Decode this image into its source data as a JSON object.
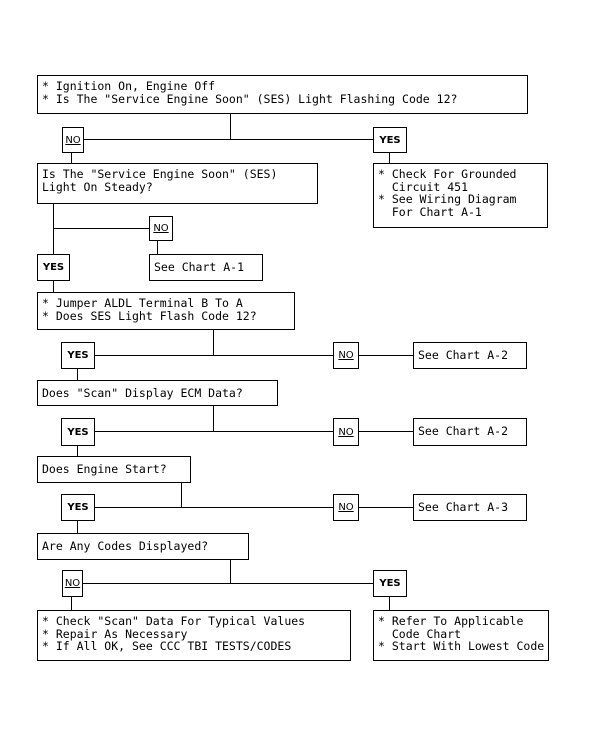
{
  "flowchart": {
    "step1": {
      "lines": [
        "* Ignition On, Engine Off",
        "* Is The \"Service Engine Soon\" (SES) Light Flashing Code 12?"
      ]
    },
    "step1_no": "NO",
    "step1_yes": "YES",
    "step1_yes_result": {
      "lines": [
        "* Check For Grounded",
        "  Circuit 451",
        "* See Wiring Diagram",
        "  For Chart A-1"
      ]
    },
    "step2": {
      "lines": [
        "Is The \"Service Engine Soon\" (SES)",
        "Light On Steady?"
      ]
    },
    "step2_no": "NO",
    "step2_no_result": "See Chart A-1",
    "step2_yes": "YES",
    "step3": {
      "lines": [
        "* Jumper ALDL Terminal B To A",
        "* Does SES Light Flash Code 12?"
      ]
    },
    "step3_yes": "YES",
    "step3_no": "NO",
    "step3_no_result": "See Chart A-2",
    "step4": "Does \"Scan\" Display ECM Data?",
    "step4_yes": "YES",
    "step4_no": "NO",
    "step4_no_result": "See Chart A-2",
    "step5": "Does Engine Start?",
    "step5_yes": "YES",
    "step5_no": "NO",
    "step5_no_result": "See Chart A-3",
    "step6": "Are Any Codes Displayed?",
    "step6_no": "NO",
    "step6_yes": "YES",
    "step6_no_result": {
      "lines": [
        "* Check \"Scan\" Data For Typical Values",
        "* Repair As Necessary",
        "* If All OK, See CCC TBI TESTS/CODES"
      ]
    },
    "step6_yes_result": {
      "lines": [
        "* Refer To Applicable",
        "  Code Chart",
        "* Start With Lowest Code"
      ]
    }
  }
}
